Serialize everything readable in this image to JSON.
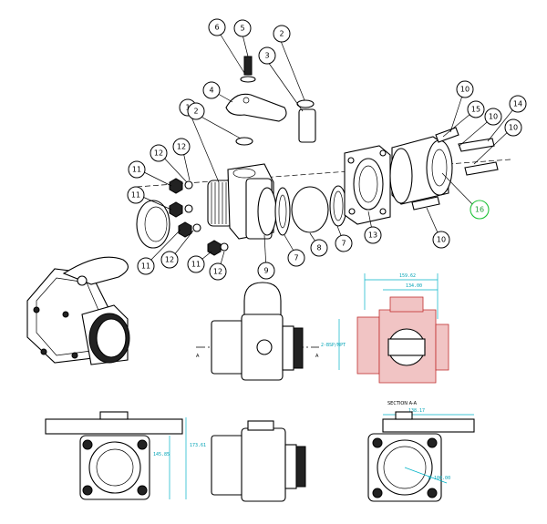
{
  "callouts": [
    "1",
    "2",
    "2",
    "3",
    "4",
    "5",
    "6",
    "7",
    "7",
    "8",
    "9",
    "10",
    "10",
    "10",
    "10",
    "11",
    "11",
    "11",
    "11",
    "12",
    "12",
    "12",
    "12",
    "13",
    "14",
    "15",
    "16"
  ],
  "dimensions": {
    "top_width": "159.62",
    "top_sub": "134.00",
    "side_height": "2-BSP/NPT",
    "front_height": "173.61",
    "front_sub": "145.85",
    "section_width": "138.17",
    "section_dia": "Ø 100.00"
  },
  "labels": {
    "section_title": "SECTION A-A",
    "section_mark_left": "A",
    "section_mark_right": "A"
  },
  "colors": {
    "dimension": "#00b3c7",
    "section_hatch": "#c03030",
    "highlight": "#21c43a"
  }
}
